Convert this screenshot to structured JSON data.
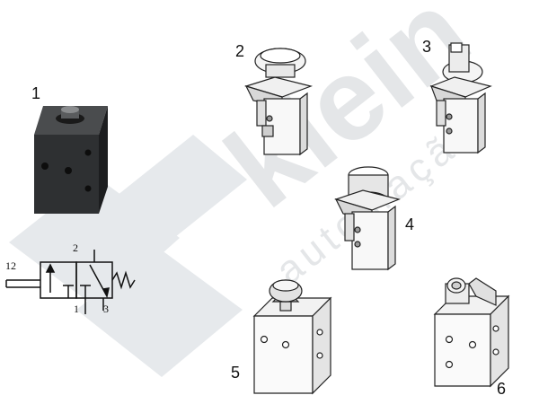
{
  "watermark": {
    "brand": "klein",
    "tagline": "automação",
    "color": "#e4e6e8"
  },
  "items": [
    {
      "number": "1",
      "kind": "block valve with push button",
      "icon": "block-valve-icon"
    },
    {
      "number": "2",
      "kind": "mushroom push button valve",
      "icon": "mushroom-button-valve-icon"
    },
    {
      "number": "3",
      "kind": "selector switch valve",
      "icon": "selector-switch-valve-icon"
    },
    {
      "number": "4",
      "kind": "flush push button valve",
      "icon": "flush-button-valve-icon"
    },
    {
      "number": "5",
      "kind": "knob block valve",
      "icon": "knob-block-valve-icon"
    },
    {
      "number": "6",
      "kind": "roller lever block valve",
      "icon": "roller-lever-valve-icon"
    }
  ],
  "symbol": {
    "port_pilot": "12",
    "port_out": "2",
    "port_in": "1",
    "port_exhaust": "3"
  }
}
